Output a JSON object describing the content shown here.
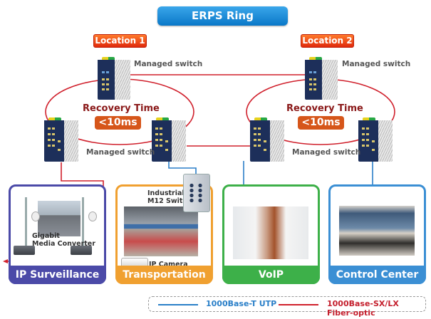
{
  "title": "ERPS Ring Technology",
  "locations": [
    {
      "label": "Location 1",
      "recovery_label": "Recovery Time",
      "recovery_value": "<10ms",
      "top_switch_label": "Managed switch",
      "bottom_switch_label": "Managed switch"
    },
    {
      "label": "Location 2",
      "recovery_label": "Recovery Time",
      "recovery_value": "<10ms",
      "top_switch_label": "Managed switch",
      "bottom_switch_label": "Managed switch"
    }
  ],
  "applications": [
    {
      "label": "IP Surveillance",
      "color": "#4b4aa8",
      "sub_labels": [
        "Gigabit",
        "Media Converter"
      ]
    },
    {
      "label": "Transportation",
      "color": "#f0a030",
      "sub_labels": [
        "Industrial",
        "M12 Switch",
        "IP Camera"
      ]
    },
    {
      "label": "VoIP",
      "color": "#3db049"
    },
    {
      "label": "Control Center",
      "color": "#3b8fd4"
    }
  ],
  "legend": {
    "utp_label": "1000Base-T UTP",
    "utp_color": "#2a7fc8",
    "fiber_label": "1000Base-SX/LX Fiber-optic",
    "fiber_color": "#d0202c"
  }
}
